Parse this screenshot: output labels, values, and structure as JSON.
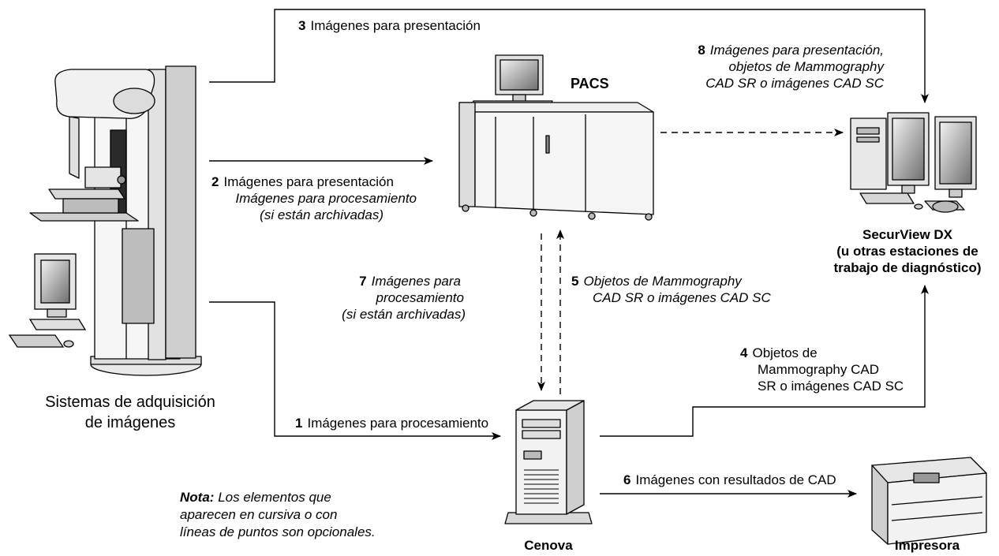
{
  "devices": {
    "acquisition": {
      "line1": "Sistemas de adquisición",
      "line2": "de imágenes"
    },
    "pacs": {
      "label": "PACS"
    },
    "securview": {
      "line1": "SecurView DX",
      "line2": "(u otras estaciones de",
      "line3": "trabajo de diagnóstico)"
    },
    "cenova": {
      "label": "Cenova"
    },
    "printer": {
      "label": "Impresora"
    }
  },
  "flows": {
    "f1": {
      "num": "1",
      "text": "Imágenes para procesamiento"
    },
    "f2": {
      "num": "2",
      "text1": "Imágenes para presentación",
      "text2": "Imágenes para procesamiento",
      "text3": "(si están archivadas)"
    },
    "f3": {
      "num": "3",
      "text": "Imágenes para presentación"
    },
    "f4": {
      "num": "4",
      "text1": "Objetos de",
      "text2": "Mammography CAD",
      "text3": "SR o imágenes CAD SC"
    },
    "f5": {
      "num": "5",
      "text1": "Objetos de Mammography",
      "text2": "CAD SR o imágenes CAD SC"
    },
    "f6": {
      "num": "6",
      "text": "Imágenes con resultados de CAD"
    },
    "f7": {
      "num": "7",
      "text1": "Imágenes para",
      "text2": "procesamiento",
      "text3": "(si están archivadas)"
    },
    "f8": {
      "num": "8",
      "text1": "Imágenes para presentación,",
      "text2": "objetos de Mammography",
      "text3": "CAD SR o imágenes CAD SC"
    }
  },
  "note": {
    "bold": "Nota:",
    "text1": "Los elementos que",
    "text2": "aparecen en cursiva o con",
    "text3": "líneas de puntos son opcionales."
  }
}
